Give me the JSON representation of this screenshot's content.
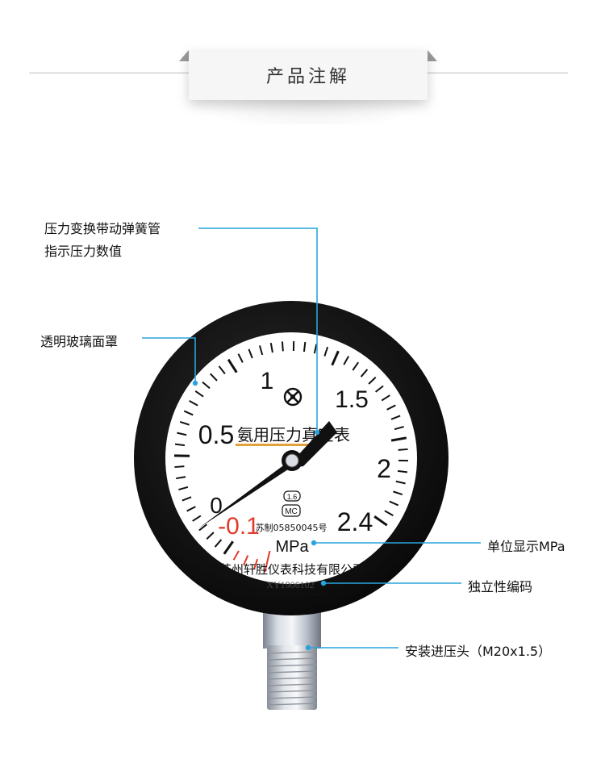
{
  "header": {
    "title": "产品注解"
  },
  "callouts": {
    "spring_tube_line1": "压力变换带动弹簧管",
    "spring_tube_line2": "指示压力数值",
    "glass_cover": "透明玻璃面罩",
    "unit_display": "单位显示MPa",
    "serial_code": "独立性编码",
    "connector": "安装进压头（M20x1.5）"
  },
  "gauge": {
    "scale_labels": [
      "0",
      "0.5",
      "1",
      "1.5",
      "2",
      "2.4"
    ],
    "vacuum_label": "-0.1",
    "title": "氨用压力真空表",
    "accuracy_class": "1.6",
    "cert_mark": "MC",
    "license": "苏制05850045号",
    "unit": "MPa",
    "manufacturer": "苏州轩胜仪表科技有限公司",
    "serial": "XY1906102"
  },
  "colors": {
    "accent": "#2aa3dc",
    "vacuum_red": "#e23a2a",
    "bezel": "#0d0d0d",
    "dial": "#ffffff",
    "title_underline": "#e2a23a"
  }
}
